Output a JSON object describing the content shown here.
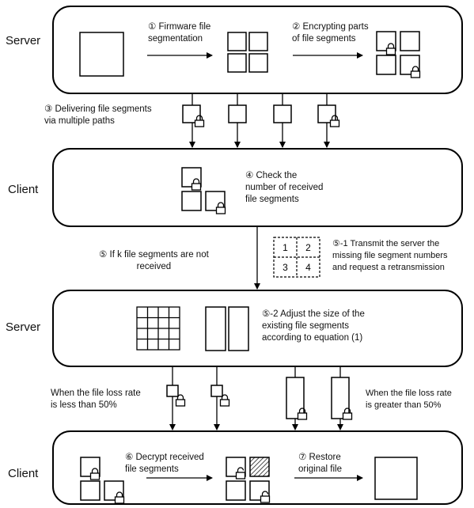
{
  "rows": {
    "server1": "Server",
    "client1": "Client",
    "server2": "Server",
    "client2": "Client"
  },
  "steps": {
    "s1_line1": "① Firmware file",
    "s1_line2": "segmentation",
    "s2_line1": "② Encrypting parts",
    "s2_line2": "of file segments",
    "s3_line1": "③ Delivering file segments",
    "s3_line2": "via multiple paths",
    "s4_line1": "④ Check the",
    "s4_line2": "number of received",
    "s4_line3": "file segments",
    "s5_line1": "⑤ If k file segments are not",
    "s5_line2": "received",
    "s51_line1": "⑤-1 Transmit the server the",
    "s51_line2": "missing file segment numbers",
    "s51_line3": "and request a retransmission",
    "s52_line1": "⑤-2 Adjust the size of the",
    "s52_line2": "existing file segments",
    "s52_line3": "according to equation (1)",
    "loss_low_line1": "When the file loss rate",
    "loss_low_line2": "is less than 50%",
    "loss_high_line1": "When the file loss rate",
    "loss_high_line2": "is greater than 50%",
    "s6_line1": "⑥ Decrypt received",
    "s6_line2": "file segments",
    "s7_line1": "⑦ Restore",
    "s7_line2": "original file"
  },
  "segment_numbers": [
    "1",
    "2",
    "3",
    "4"
  ],
  "icons": {
    "lock": "padlock-locked-icon",
    "unlock": "padlock-unlocked-icon"
  },
  "colors": {
    "stroke": "#000000",
    "background": "#ffffff",
    "text": "#111111"
  }
}
